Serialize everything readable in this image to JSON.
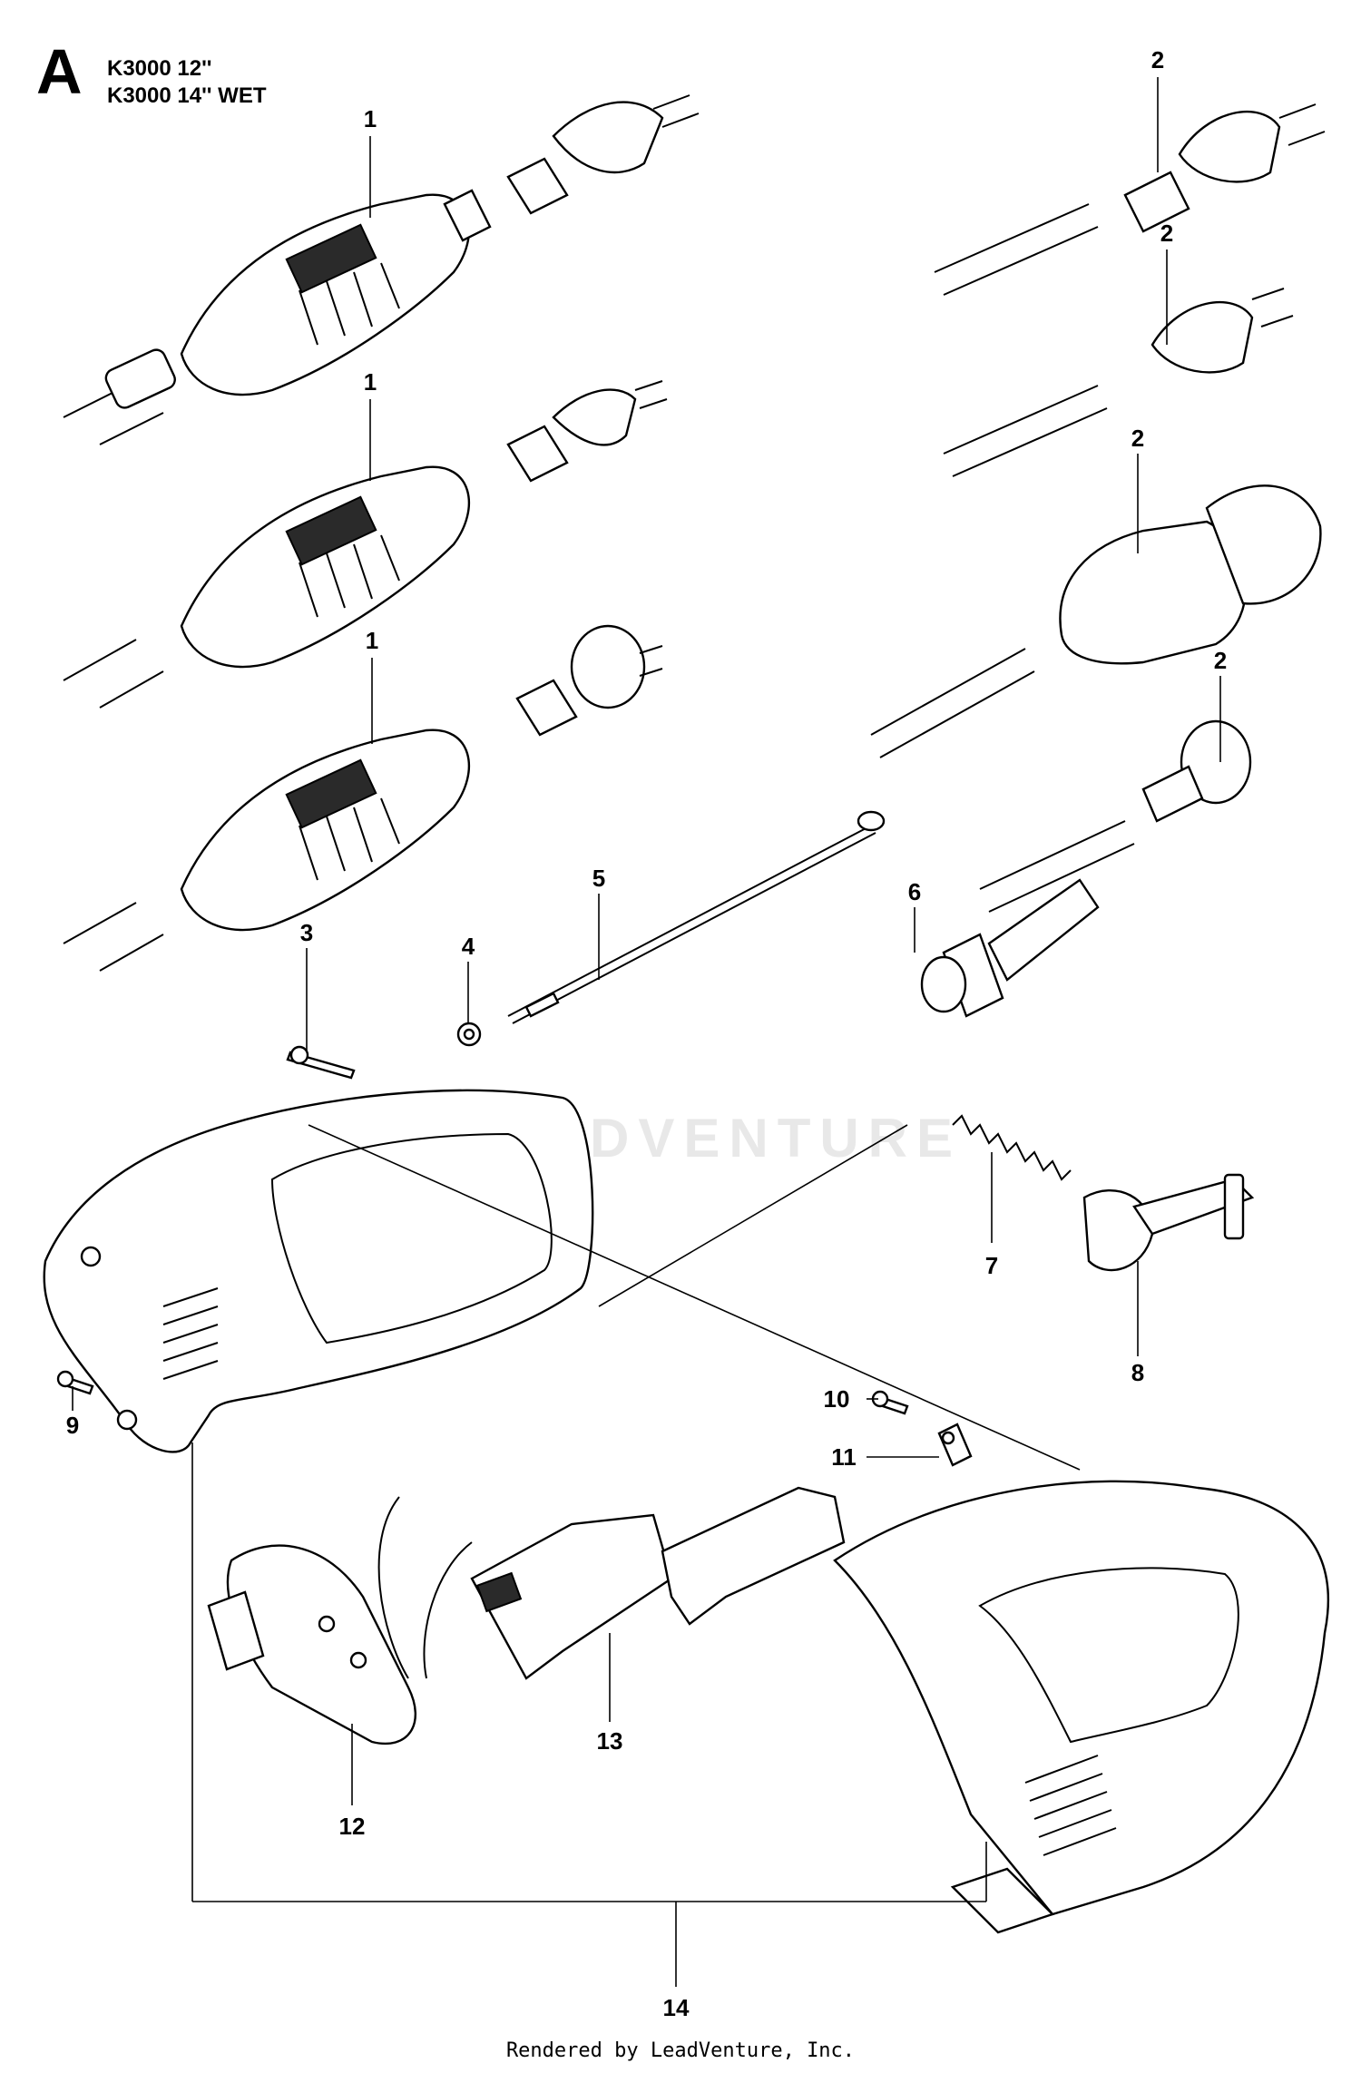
{
  "header": {
    "letter": "A",
    "models": [
      "K3000 12''",
      "K3000 14'' WET"
    ]
  },
  "watermark": "LEADVENTURE",
  "callouts": [
    {
      "label": "1"
    },
    {
      "label": "1"
    },
    {
      "label": "1"
    },
    {
      "label": "2"
    },
    {
      "label": "2"
    },
    {
      "label": "2"
    },
    {
      "label": "2"
    },
    {
      "label": "3"
    },
    {
      "label": "4"
    },
    {
      "label": "5"
    },
    {
      "label": "6"
    },
    {
      "label": "7"
    },
    {
      "label": "8"
    },
    {
      "label": "9"
    },
    {
      "label": "10"
    },
    {
      "label": "11"
    },
    {
      "label": "12"
    },
    {
      "label": "13"
    },
    {
      "label": "14"
    }
  ],
  "footer": "Rendered by LeadVenture, Inc."
}
